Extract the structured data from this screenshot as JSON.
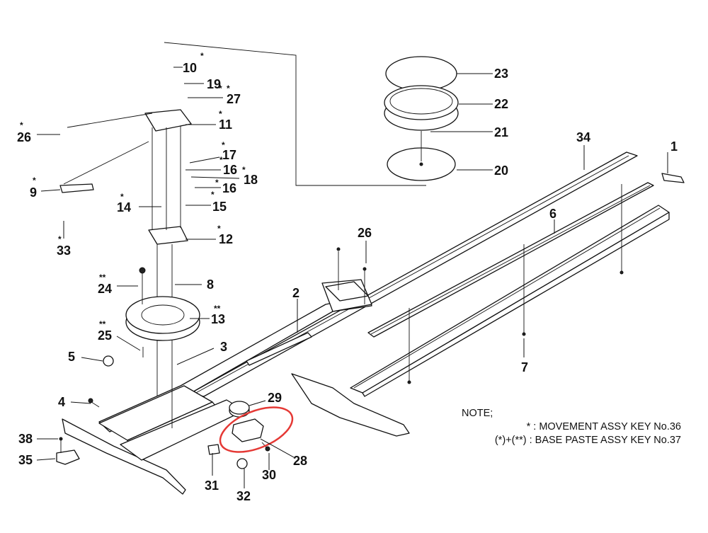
{
  "labels": [
    {
      "num": "1",
      "star": ""
    },
    {
      "num": "2",
      "star": ""
    },
    {
      "num": "3",
      "star": ""
    },
    {
      "num": "4",
      "star": ""
    },
    {
      "num": "5",
      "star": ""
    },
    {
      "num": "6",
      "star": ""
    },
    {
      "num": "7",
      "star": ""
    },
    {
      "num": "8",
      "star": ""
    },
    {
      "num": "9",
      "star": "*"
    },
    {
      "num": "10",
      "star": "*"
    },
    {
      "num": "11",
      "star": "*"
    },
    {
      "num": "12",
      "star": "*"
    },
    {
      "num": "13",
      "star": "**"
    },
    {
      "num": "14",
      "star": "*"
    },
    {
      "num": "15",
      "star": "*"
    },
    {
      "num": "16",
      "star": "*"
    },
    {
      "num": "16",
      "star": "*"
    },
    {
      "num": "17",
      "star": "*"
    },
    {
      "num": "18",
      "star": "*"
    },
    {
      "num": "19",
      "star": "*"
    },
    {
      "num": "20",
      "star": ""
    },
    {
      "num": "21",
      "star": ""
    },
    {
      "num": "22",
      "star": ""
    },
    {
      "num": "23",
      "star": ""
    },
    {
      "num": "24",
      "star": "**"
    },
    {
      "num": "25",
      "star": "**"
    },
    {
      "num": "26",
      "star": "*"
    },
    {
      "num": "26",
      "star": ""
    },
    {
      "num": "27",
      "star": "*"
    },
    {
      "num": "28",
      "star": ""
    },
    {
      "num": "29",
      "star": ""
    },
    {
      "num": "30",
      "star": ""
    },
    {
      "num": "31",
      "star": ""
    },
    {
      "num": "32",
      "star": ""
    },
    {
      "num": "33",
      "star": "*"
    },
    {
      "num": "34",
      "star": ""
    },
    {
      "num": "35",
      "star": ""
    },
    {
      "num": "38",
      "star": ""
    }
  ],
  "note": {
    "heading": "NOTE;",
    "lines": [
      {
        "symbol": "* ",
        "text": ": MOVEMENT ASSY KEY No.36"
      },
      {
        "symbol": "(*)+(**) ",
        "text": ": BASE PASTE ASSY KEY No.37"
      }
    ]
  },
  "highlight_color": "#e53935"
}
